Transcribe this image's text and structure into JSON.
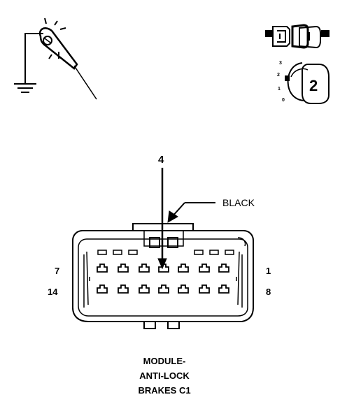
{
  "diagram": {
    "pin_callout": "4",
    "wire_color_label": "BLACK",
    "row_labels": {
      "top_left": "7",
      "top_right": "1",
      "bottom_left": "14",
      "bottom_right": "8"
    },
    "caption_lines": [
      "MODULE-",
      "ANTI-LOCK",
      "BRAKES C1"
    ],
    "meter_symbol": {
      "selected_range": "2",
      "scale_marks": [
        "3",
        "2",
        "1",
        "0"
      ]
    },
    "icons": [
      "test-probe-ground-icon",
      "connector-icon",
      "multimeter-dial-icon"
    ],
    "colors": {
      "line": "#000000",
      "background": "#ffffff"
    }
  }
}
